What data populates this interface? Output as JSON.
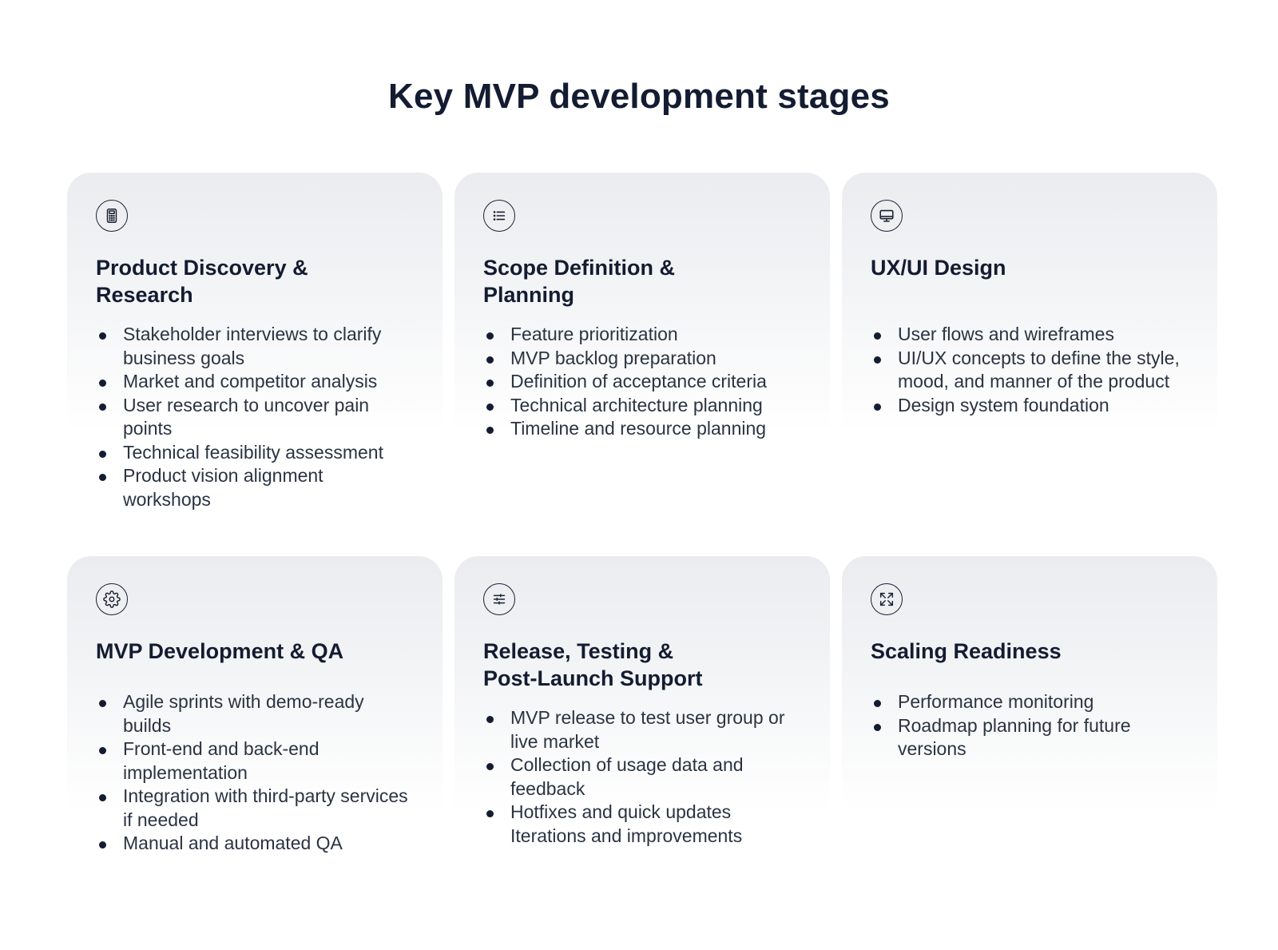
{
  "title": "Key MVP development stages",
  "colors": {
    "text_dark": "#131c31",
    "card_top": "#ebecef",
    "card_bottom": "#ffffff"
  },
  "cards": [
    {
      "icon": "calculator-icon",
      "title": "Product Discovery & Research",
      "items": [
        "Stakeholder interviews to clarify business goals",
        "Market and competitor analysis",
        "User research to uncover pain points",
        "Technical feasibility assessment",
        "Product vision alignment workshops"
      ]
    },
    {
      "icon": "list-icon",
      "title": "Scope Definition & Planning",
      "items": [
        "Feature prioritization",
        "MVP backlog preparation",
        "Definition of acceptance criteria",
        "Technical architecture planning",
        "Timeline and resource planning"
      ]
    },
    {
      "icon": "monitor-icon",
      "title": "UX/UI Design",
      "items": [
        "User flows and wireframes",
        "UI/UX concepts to define the style, mood, and manner of the product",
        "Design system foundation"
      ]
    },
    {
      "icon": "gear-icon",
      "title": "MVP Development & QA",
      "items": [
        "Agile sprints with demo-ready builds",
        "Front-end and back-end implementation",
        "Integration with third-party services if needed",
        "Manual and automated QA"
      ]
    },
    {
      "icon": "sliders-icon",
      "title": "Release, Testing & Post-Launch Support",
      "items": [
        "MVP release to test user group or live market",
        "Collection of usage data and feedback",
        "Hotfixes and quick updates",
        "Iterations and improvements"
      ]
    },
    {
      "icon": "expand-icon",
      "title": "Scaling Readiness",
      "items": [
        "Performance monitoring",
        "Roadmap planning for future versions"
      ]
    }
  ]
}
